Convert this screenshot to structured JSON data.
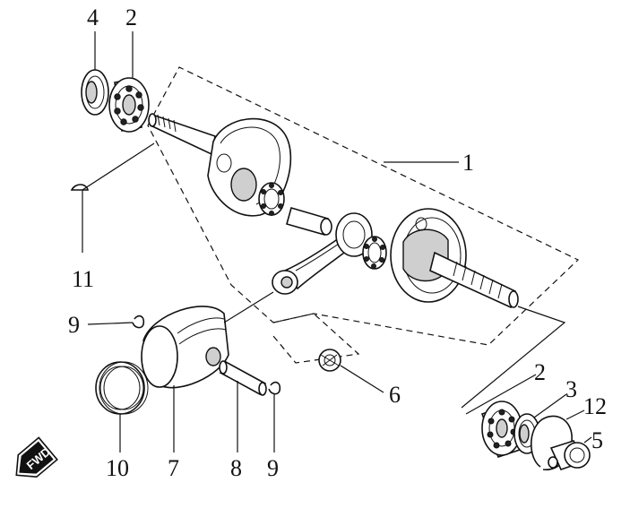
{
  "callouts": [
    {
      "id": "c4a",
      "text": "4"
    },
    {
      "id": "c2a",
      "text": "2"
    },
    {
      "id": "c1",
      "text": "1"
    },
    {
      "id": "c11",
      "text": "11"
    },
    {
      "id": "c9a",
      "text": "9"
    },
    {
      "id": "c6",
      "text": "6"
    },
    {
      "id": "c2b",
      "text": "2"
    },
    {
      "id": "c3",
      "text": "3"
    },
    {
      "id": "c12",
      "text": "12"
    },
    {
      "id": "c5",
      "text": "5"
    },
    {
      "id": "c10",
      "text": "10"
    },
    {
      "id": "c7",
      "text": "7"
    },
    {
      "id": "c8",
      "text": "8"
    },
    {
      "id": "c9b",
      "text": "9"
    }
  ],
  "fwd_badge": "FWD"
}
